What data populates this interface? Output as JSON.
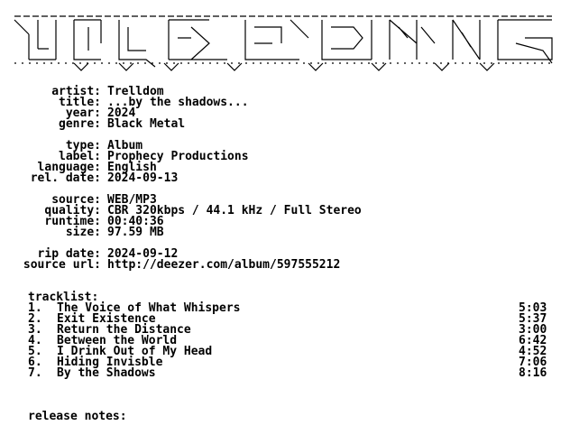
{
  "fields_group1": [
    {
      "key": "artist:",
      "value": "Trelldom"
    },
    {
      "key": "title:",
      "value": "...by the shadows..."
    },
    {
      "key": "year:",
      "value": "2024"
    },
    {
      "key": "genre:",
      "value": "Black Metal"
    }
  ],
  "fields_group2": [
    {
      "key": "type:",
      "value": "Album"
    },
    {
      "key": "label:",
      "value": "Prophecy Productions"
    },
    {
      "key": "language:",
      "value": "English"
    },
    {
      "key": "rel. date:",
      "value": "2024-09-13"
    }
  ],
  "fields_group3": [
    {
      "key": "source:",
      "value": "WEB/MP3"
    },
    {
      "key": "quality:",
      "value": "CBR 320kbps / 44.1 kHz / Full Stereo"
    },
    {
      "key": "runtime:",
      "value": "00:40:36"
    },
    {
      "key": "size:",
      "value": "97.59 MB"
    }
  ],
  "fields_group4": [
    {
      "key": "rip date:",
      "value": "2024-09-12"
    },
    {
      "key": "source url:",
      "value": "http://deezer.com/album/597555212"
    }
  ],
  "tracklist_heading": "tracklist:",
  "tracks": [
    {
      "num": "1.",
      "title": "The Voice of What Whispers",
      "duration": "5:03"
    },
    {
      "num": "2.",
      "title": "Exit Existence",
      "duration": "5:37"
    },
    {
      "num": "3.",
      "title": "Return the Distance",
      "duration": "3:00"
    },
    {
      "num": "4.",
      "title": "Between the World",
      "duration": "6:42"
    },
    {
      "num": "5.",
      "title": "I Drink Out of My Head",
      "duration": "4:52"
    },
    {
      "num": "6.",
      "title": "Hiding Invisble",
      "duration": "7:06"
    },
    {
      "num": "7.",
      "title": "By the Shadows",
      "duration": "8:16"
    }
  ],
  "release_notes_heading": "release notes:"
}
